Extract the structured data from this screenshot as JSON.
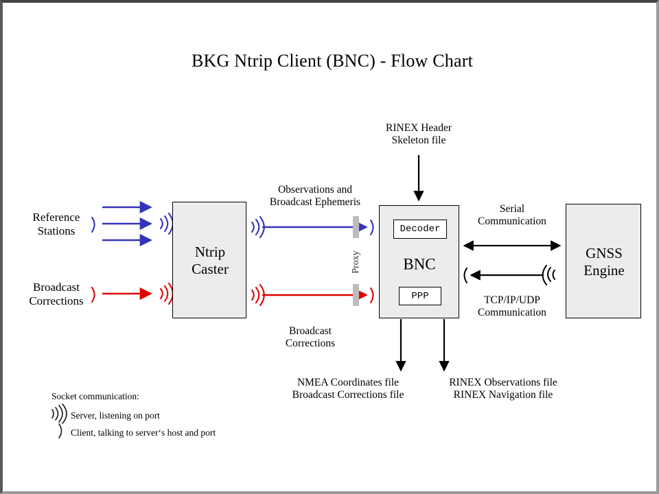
{
  "title": "BKG Ntrip Client (BNC)  -  Flow Chart",
  "colors": {
    "blue": "#3333bb",
    "red": "#e00000",
    "black": "#000000",
    "node_fill": "#ececec",
    "proxy_bar": "#bcbcbc",
    "border_dark": "#444444",
    "border_light": "#9a9a9a"
  },
  "nodes": {
    "reference_stations": "Reference\nStations",
    "reference_stations_line1": "Reference",
    "reference_stations_line2": "Stations",
    "broadcast_corrections_src_line1": "Broadcast",
    "broadcast_corrections_src_line2": "Corrections",
    "ntrip_caster_line1": "Ntrip",
    "ntrip_caster_line2": "Caster",
    "bnc_label": "BNC",
    "decoder_label": "Decoder",
    "ppp_label": "PPP",
    "gnss_engine_line1": "GNSS",
    "gnss_engine_line2": "Engine",
    "proxy_label": "Proxy"
  },
  "edges": {
    "rinex_header_line1": "RINEX Header",
    "rinex_header_line2": "Skeleton file",
    "observations_line1": "Observations and",
    "observations_line2": "Broadcast Ephemeris",
    "broadcast_corrections_line1": "Broadcast",
    "broadcast_corrections_line2": "Corrections",
    "serial_line1": "Serial",
    "serial_line2": "Communication",
    "tcpip_line1": "TCP/IP/UDP",
    "tcpip_line2": "Communication",
    "output_left_line1": "NMEA Coordinates file",
    "output_left_line2": "Broadcast Corrections file",
    "output_right_line1": "RINEX Observations file",
    "output_right_line2": "RINEX Navigation file"
  },
  "legend": {
    "heading": "Socket communication:",
    "server_symbol": "server-antenna-icon",
    "server_text": "Server, listening  on port",
    "client_symbol": "client-paren-icon",
    "client_text": "Client, talking to server‘s host and port"
  }
}
